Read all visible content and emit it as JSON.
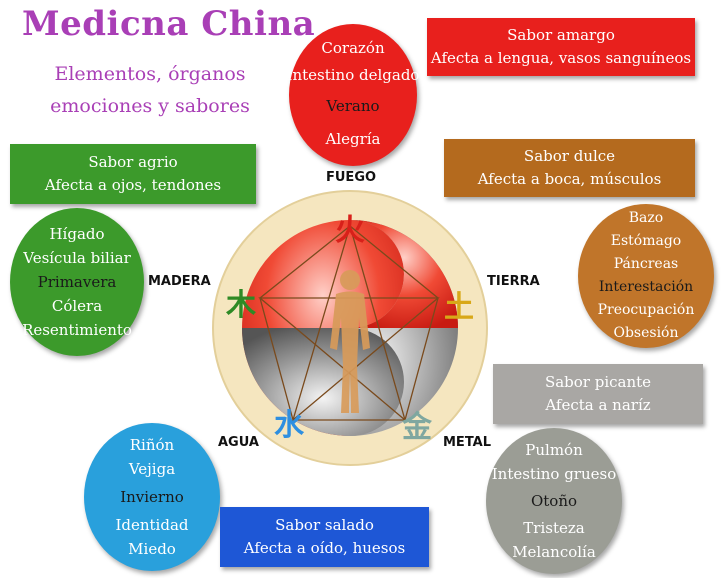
{
  "header": {
    "title": "Medicna China",
    "subtitle_line1": "Elementos, órganos",
    "subtitle_line2": "emociones y sabores"
  },
  "elements": {
    "fuego": "FUEGO",
    "madera": "MADERA",
    "tierra": "TIERRA",
    "agua": "AGUA",
    "metal": "METAL"
  },
  "glyphs": {
    "fuego": "火",
    "madera": "木",
    "tierra": "土",
    "agua": "水",
    "metal": "金"
  },
  "fuego_circle": {
    "lines": [
      "Corazón",
      "Intestino delgado",
      "Verano",
      "Alegría"
    ]
  },
  "fuego_box": {
    "line1": "Sabor amargo",
    "line2": "Afecta a lengua, vasos sanguíneos"
  },
  "madera_box": {
    "line1": "Sabor agrio",
    "line2": "Afecta a ojos, tendones"
  },
  "madera_circle": {
    "lines": [
      "Hígado",
      "Vesícula biliar",
      "Primavera",
      "Cólera",
      "Resentimiento"
    ]
  },
  "tierra_box": {
    "line1": "Sabor dulce",
    "line2": "Afecta a boca, músculos"
  },
  "tierra_circle": {
    "lines": [
      "Bazo",
      "Estómago",
      "Páncreas",
      "Interestación",
      "Preocupación",
      "Obsesión"
    ]
  },
  "metal_box": {
    "line1": "Sabor picante",
    "line2": "Afecta a naríz"
  },
  "metal_circle": {
    "lines": [
      "Pulmón",
      "Intestino grueso",
      "Otoño",
      "Tristeza",
      "Melancolía"
    ]
  },
  "agua_circle": {
    "lines": [
      "Riñón",
      "Vejiga",
      "Invierno",
      "Identidad",
      "Miedo"
    ]
  },
  "agua_box": {
    "line1": "Sabor salado",
    "line2": "Afecta a oído, huesos"
  },
  "colors": {
    "title": "#a93fb6",
    "fuego": "#e8201d",
    "madera": "#3c9a2b",
    "tierra": "#b46a1e",
    "tierra_circle": "#c0752a",
    "metal_box": "#a9a7a4",
    "metal_circle": "#9b9d95",
    "agua_circle": "#29a0dc",
    "agua_box": "#1e57d6",
    "center_bg": "#f5e6bf"
  }
}
